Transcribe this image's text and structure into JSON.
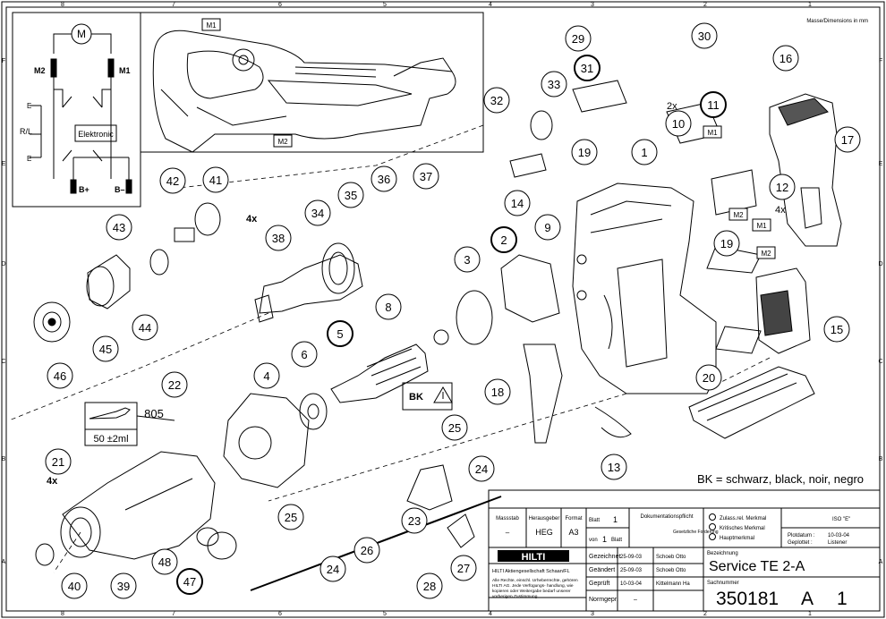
{
  "grid": {
    "cols": [
      "8",
      "7",
      "6",
      "5",
      "4",
      "3",
      "2",
      "1"
    ],
    "rows": [
      "F",
      "E",
      "D",
      "C",
      "B",
      "A"
    ]
  },
  "dims_note": "Masse/Dimensions in mm",
  "schematic": {
    "motor": "M",
    "m2": "M2",
    "m1": "M1",
    "rl": "R/L",
    "electronic": "Elektronic",
    "bplus": "B+",
    "bminus": "B–",
    "e1": "E",
    "e2": "E"
  },
  "inset_tags": [
    "M1",
    "M2"
  ],
  "callouts": [
    "1",
    "2",
    "3",
    "4",
    "5",
    "6",
    "8",
    "9",
    "10",
    "11",
    "12",
    "13",
    "14",
    "15",
    "16",
    "17",
    "18",
    "19",
    "19",
    "20",
    "21",
    "22",
    "23",
    "24",
    "24",
    "25",
    "25",
    "26",
    "27",
    "28",
    "29",
    "30",
    "31",
    "32",
    "33",
    "34",
    "35",
    "36",
    "37",
    "38",
    "39",
    "40",
    "41",
    "42",
    "43",
    "44",
    "45",
    "46",
    "47",
    "48",
    "805"
  ],
  "side_tags": {
    "qty_10": "2x",
    "qty_4x_a": "4x",
    "qty_4x_b": "4x",
    "qty_4x_c": "4x",
    "m1_a": "M1",
    "m2_a": "M2",
    "m1_b": "M1",
    "m2_b": "M2"
  },
  "grease_box": "50 ±2ml",
  "bk_label": "BK",
  "color_note": "BK = schwarz, black, noir, negro",
  "title_block": {
    "massstab_label": "Massstab",
    "massstab_value": "–",
    "herausgeber_label": "Herausgeber",
    "herausgeber_value": "HEG",
    "format_label": "Format",
    "format_value": "A3",
    "blatt_label": "Blatt",
    "blatt_value": "1",
    "von_label": "von",
    "von_value": "1",
    "blatt_label2": "Blatt",
    "doku_label": "Dokumentationspflicht",
    "doku_sub": "Gesetzliche Forderung",
    "zulass": "Zulass.rel. Merkmal",
    "kritisch": "Kritisches Merkmal",
    "haupt": "Hauptmerkmal",
    "iso": "ISO \"E\"",
    "plotdatum_label": "Plotdatum :",
    "plotdatum_value": "10-03-04",
    "geplottet_label": "Geplottet :",
    "geplottet_value": "Listener",
    "brand": "HILTI",
    "company": "HILTI Aktiengesellschaft Schaan/FL",
    "legal": "Alle Rechte, einschl. Urheberrechte, gehören HILTI AG. Jede Verfügungs- handlung, wie kopieren oder Weitergabe bedarf unserer vorherigen Zustimmung",
    "gezeichnet_label": "Gezeichnet",
    "gezeichnet_date": "25-09-03",
    "gezeichnet_name": "Schoeb Otto",
    "geaendert_label": "Geändert",
    "geaendert_date": "25-09-03",
    "geaendert_name": "Schoeb Otto",
    "geprueft_label": "Geprüft",
    "geprueft_date": "10-03-04",
    "geprueft_name": "Kittelmann Ha",
    "normgepr_label": "Normgepr.",
    "normgepr_value": "–",
    "bezeichnung_label": "Bezeichnung",
    "bezeichnung_value": "Service TE 2-A",
    "sachnummer_label": "Sachnummer",
    "sachnummer_value": "350181",
    "sach_index": "A",
    "sach_sheet": "1"
  }
}
